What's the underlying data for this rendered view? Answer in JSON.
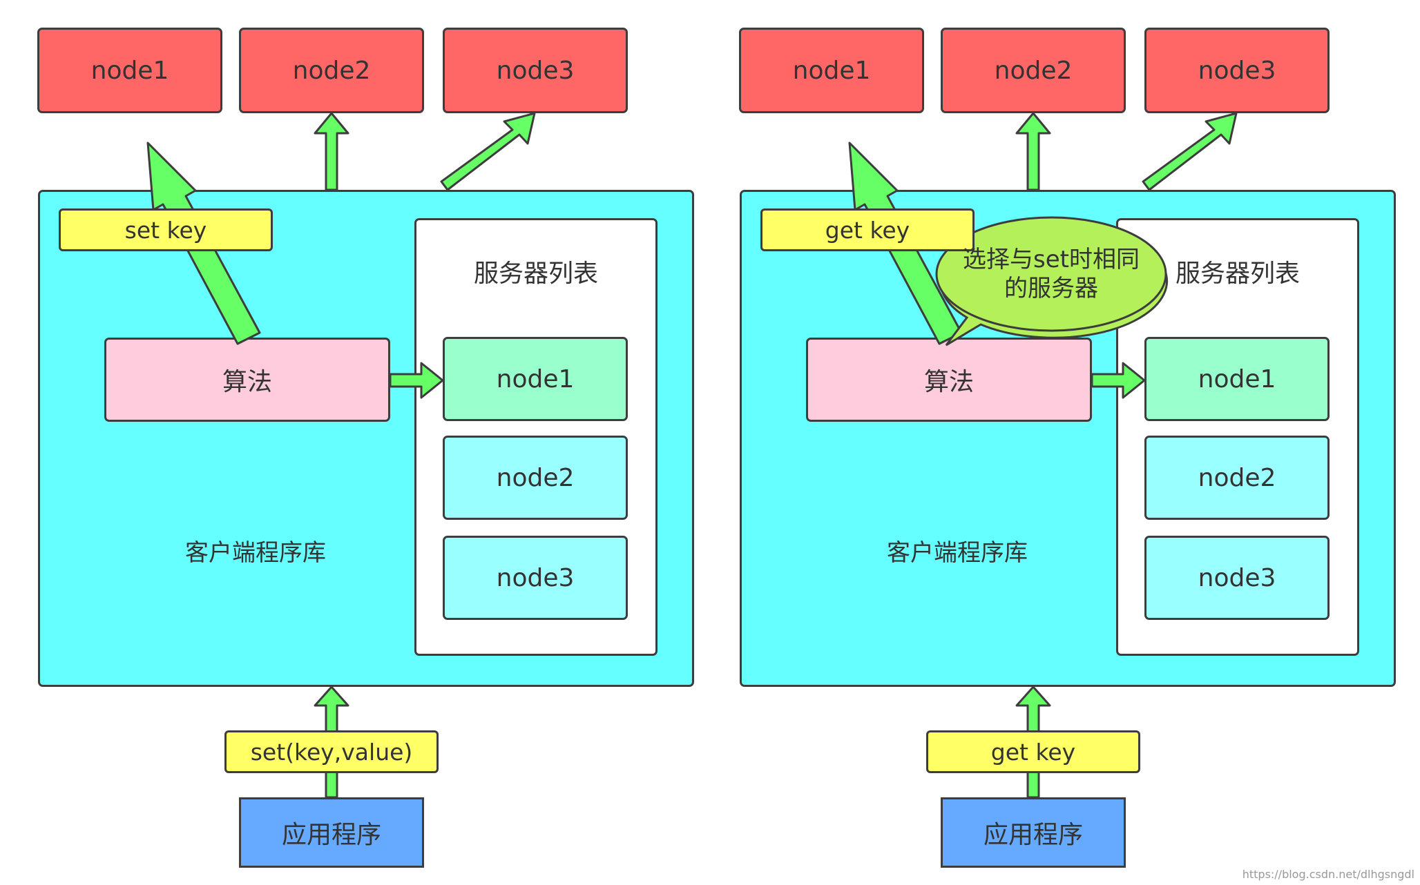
{
  "left": {
    "top_nodes": [
      "node1",
      "node2",
      "node3"
    ],
    "key_label": "set key",
    "algorithm": "算法",
    "server_list_title": "服务器列表",
    "server_list": [
      "node1",
      "node2",
      "node3"
    ],
    "library_label": "客户端程序库",
    "request_label": "set(key,value)",
    "app_label": "应用程序"
  },
  "right": {
    "top_nodes": [
      "node1",
      "node2",
      "node3"
    ],
    "key_label": "get key",
    "algorithm": "算法",
    "server_list_title": "服务器列表",
    "server_list": [
      "node1",
      "node2",
      "node3"
    ],
    "library_label": "客户端程序库",
    "request_label": "get key",
    "app_label": "应用程序",
    "callout_line1": "选择与set时相同",
    "callout_line2": "的服务器"
  },
  "watermark": "https://blog.csdn.net/dlhgsngdl",
  "colors": {
    "node_red": "#ff6666",
    "panel_cyan": "#66ffff",
    "arrow_green": "#66ff66",
    "label_yellow": "#ffff66",
    "algo_pink": "#ffccdd",
    "list_green": "#99ffcc",
    "list_cyan": "#99ffff",
    "app_blue": "#66aaff",
    "bubble_green": "#b3f05a"
  }
}
